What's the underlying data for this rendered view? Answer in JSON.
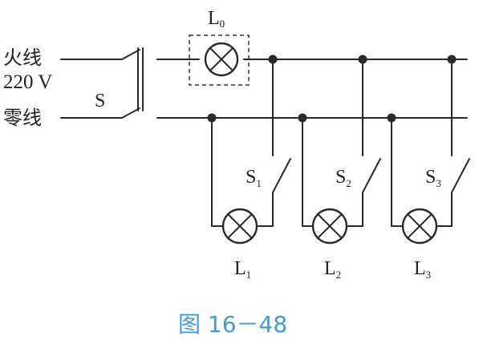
{
  "labels": {
    "live_wire": "火线",
    "voltage": "220 V",
    "neutral_wire": "零线",
    "main_switch": "S",
    "lamp0": {
      "main": "L",
      "sub": "0"
    },
    "lamp1": {
      "main": "L",
      "sub": "1"
    },
    "lamp2": {
      "main": "L",
      "sub": "2"
    },
    "lamp3": {
      "main": "L",
      "sub": "3"
    },
    "switch1": {
      "main": "S",
      "sub": "1"
    },
    "switch2": {
      "main": "S",
      "sub": "2"
    },
    "switch3": {
      "main": "S",
      "sub": "3"
    }
  },
  "caption": "图 16－48",
  "colors": {
    "line": "#2a2a2a",
    "caption": "#3f9bd6"
  }
}
